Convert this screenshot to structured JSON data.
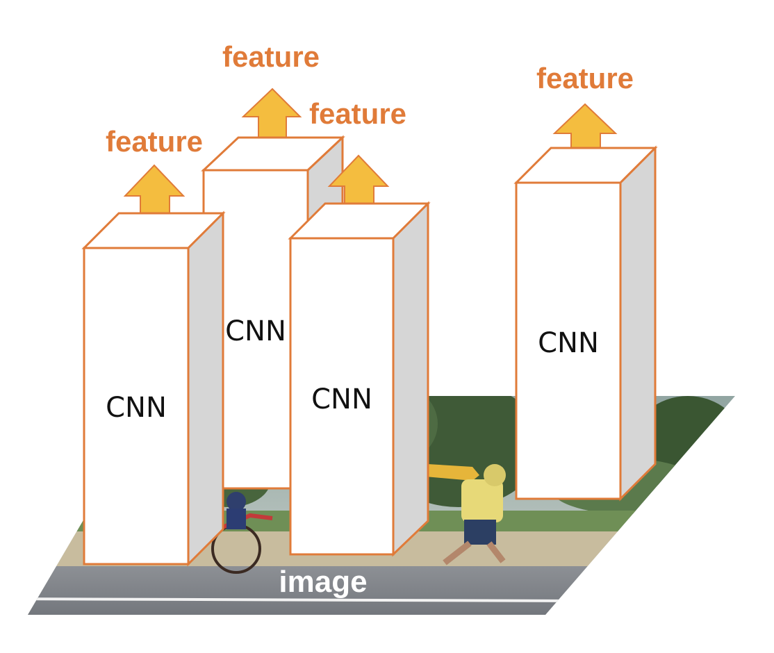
{
  "diagram": {
    "image_label": "image",
    "cnn_label": "CNN",
    "feature_label": "feature",
    "colors": {
      "accent": "#E07B39",
      "arrow": "#F4BD3F",
      "box_front": "#ffffff",
      "box_side": "#d6d6d6",
      "cnn_text": "#111111"
    },
    "columns": [
      {
        "cnn": "CNN",
        "feature": "feature"
      },
      {
        "cnn": "CNN",
        "feature": "feature"
      },
      {
        "cnn": "CNN",
        "feature": "feature"
      },
      {
        "cnn": "CNN",
        "feature": "feature"
      }
    ]
  }
}
